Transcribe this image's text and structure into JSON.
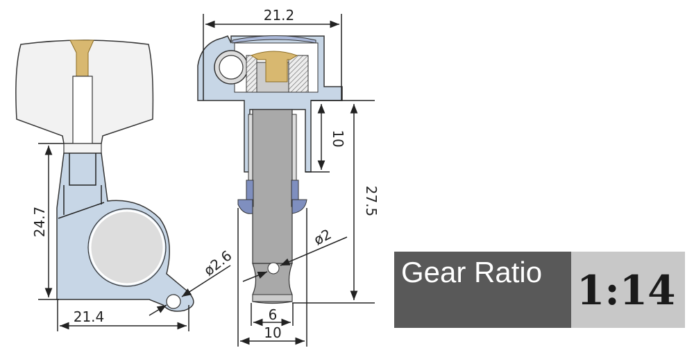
{
  "side_view": {
    "height_dim": "24.7",
    "width_dim": "21.4",
    "hole_dim": "ø2.6"
  },
  "front_view": {
    "top_width_dim": "21.2",
    "bushing_dim": "10",
    "post_length_dim": "27.5",
    "string_hole_dim": "ø2",
    "post_diameter_dim": "6",
    "bushing_width_dim": "10"
  },
  "gear_ratio": {
    "label": "Gear Ratio",
    "value": "1:14"
  },
  "colors": {
    "housing": "#c7d6e6",
    "button": "#f2f2f2",
    "brass": "#d8b870",
    "post": "#a9a9a9",
    "washer": "#7f8fbf",
    "label_dark": "#595959",
    "label_light": "#c8c8c8"
  }
}
